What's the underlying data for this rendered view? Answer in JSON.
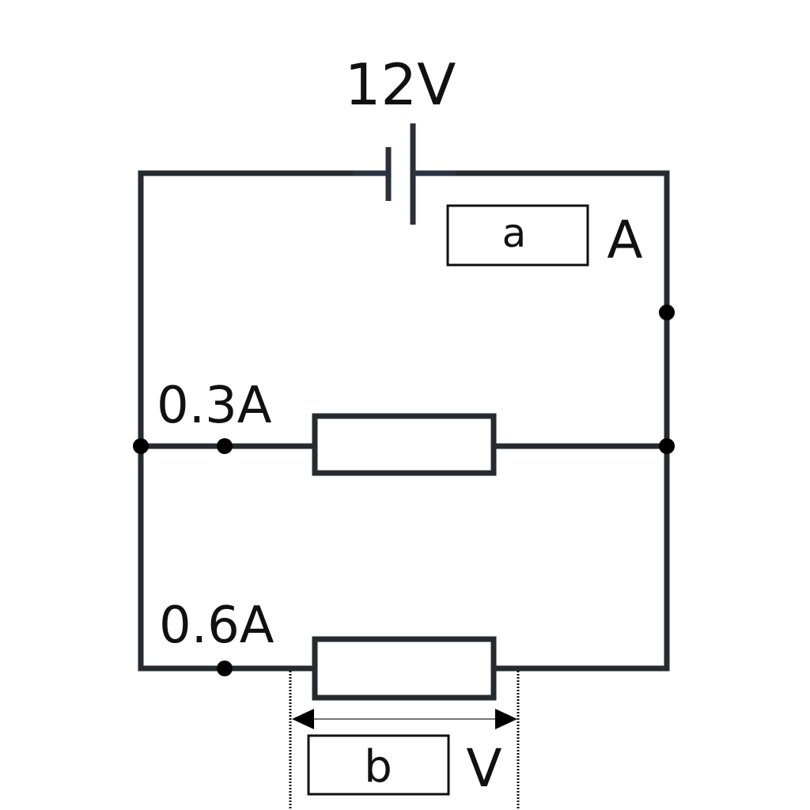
{
  "battery": {
    "voltage_label": "12V"
  },
  "ammeter_total": {
    "placeholder": "a",
    "unit": "A"
  },
  "branch_upper": {
    "current_label": "0.3A"
  },
  "branch_lower": {
    "current_label": "0.6A"
  },
  "voltage_measure": {
    "placeholder": "b",
    "unit": "V"
  },
  "colors": {
    "wire": "#262b30",
    "text": "#111111",
    "background": "#ffffff"
  }
}
